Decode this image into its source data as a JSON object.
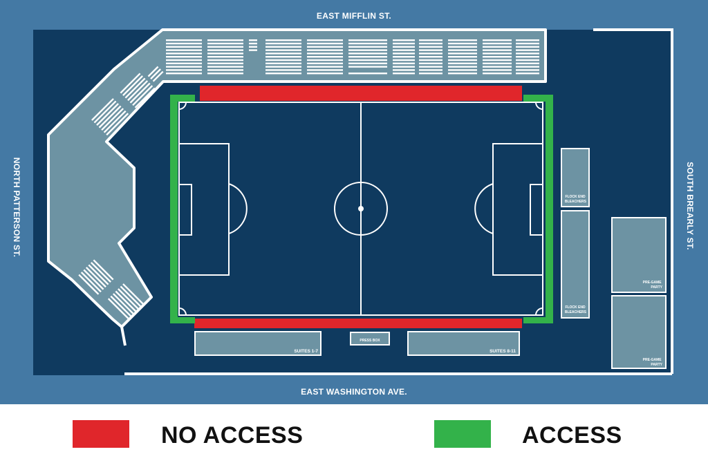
{
  "streets": {
    "north": "EAST MIFFLIN ST.",
    "south": "EAST WASHINGTON AVE.",
    "west": "NORTH PATTERSON ST.",
    "east": "SOUTH BREARLY ST."
  },
  "areas": {
    "suites_left": "SUITES 1-7",
    "press_box": "PRESS BOX",
    "suites_right": "SUITES 8-11",
    "bleachers_top": [
      "FLOCK END",
      "BLEACHERS"
    ],
    "bleachers_bottom": [
      "FLOCK END",
      "BLEACHERS"
    ],
    "party_top": [
      "PRE-GAME",
      "PARTY"
    ],
    "party_bottom": [
      "PRE-GAME",
      "PARTY"
    ]
  },
  "legend": {
    "no_access": "NO ACCESS",
    "access": "ACCESS"
  },
  "colors": {
    "outer": "#4479a4",
    "site": "#0f3a5f",
    "stand": "#6d93a3",
    "line": "#ffffff",
    "no_access": "#e0262b",
    "access": "#33b24a"
  }
}
